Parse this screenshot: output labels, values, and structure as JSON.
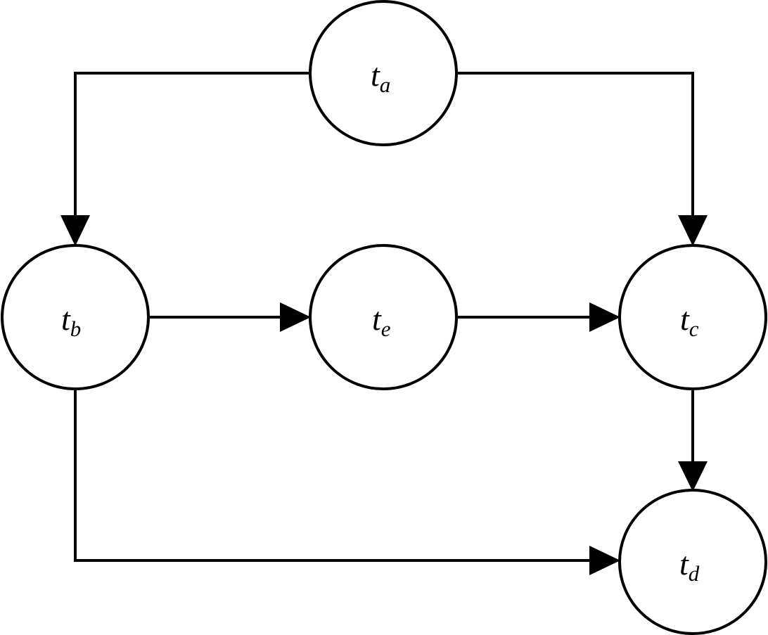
{
  "nodes": [
    {
      "id": "ta",
      "name": "t",
      "sub": "a"
    },
    {
      "id": "tb",
      "name": "t",
      "sub": "b"
    },
    {
      "id": "te",
      "name": "t",
      "sub": "e"
    },
    {
      "id": "tc",
      "name": "t",
      "sub": "c"
    },
    {
      "id": "td",
      "name": "t",
      "sub": "d"
    }
  ],
  "edges": [
    {
      "from": "ta",
      "to": "tb"
    },
    {
      "from": "ta",
      "to": "tc"
    },
    {
      "from": "tb",
      "to": "te"
    },
    {
      "from": "te",
      "to": "tc"
    },
    {
      "from": "tc",
      "to": "td"
    },
    {
      "from": "tb",
      "to": "td"
    }
  ]
}
